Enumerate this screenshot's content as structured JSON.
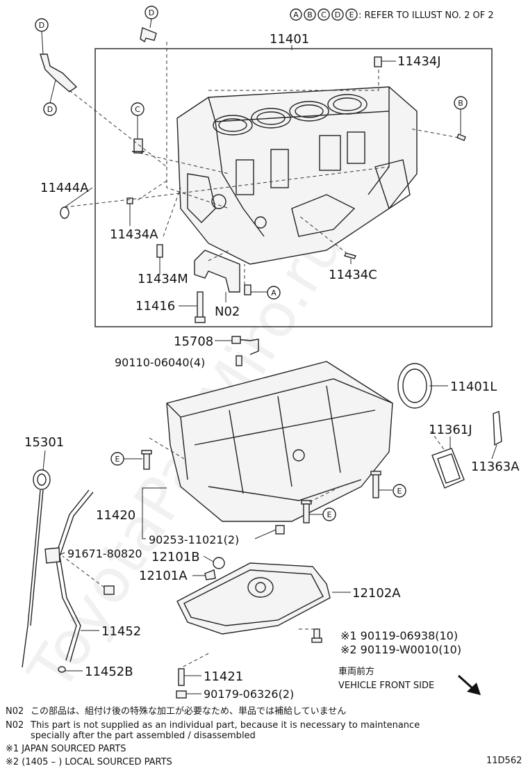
{
  "header": {
    "legend_letters": [
      "A",
      "B",
      "C",
      "D",
      "E"
    ],
    "refer_text": ": REFER TO ILLUST NO. 2 OF 2"
  },
  "parts": {
    "p11401": "11401",
    "p11434J": "11434J",
    "p11444A": "11444A",
    "p11434A": "11434A",
    "p11434M": "11434M",
    "p11434C": "11434C",
    "p11416": "11416",
    "pN02": "N02",
    "p15708": "15708",
    "p90110": "90110-06040(4)",
    "p11401L": "11401L",
    "p11361J": "11361J",
    "p11363A": "11363A",
    "p15301": "15301",
    "p11420": "11420",
    "p90253": "90253-11021(2)",
    "p91671": "91671-80820",
    "p12101B": "12101B",
    "p12101A": "12101A",
    "p12102A": "12102A",
    "p11452": "11452",
    "p11452B": "11452B",
    "p90119a": "※1 90119-06938(10)",
    "p90119b": "※2 90119-W0010(10)",
    "p11421": "11421",
    "p90179": "90179-06326(2)"
  },
  "callouts": {
    "A": "A",
    "B": "B",
    "C": "C",
    "D": "D",
    "E": "E"
  },
  "direction": {
    "jp": "車両前方",
    "en": "VEHICLE FRONT SIDE"
  },
  "notes": {
    "n02_jp_code": "N02",
    "n02_jp": "この部品は、組付け後の特殊な加工が必要なため、単品では補給していません",
    "n02_en_code": "N02",
    "n02_en_1": "This part is not supplied as an individual part, because it is necessary to maintenance",
    "n02_en_2": "specially after the part assembled / disassembled",
    "n1": "※1 JAPAN SOURCED PARTS",
    "n2": "※2 (1405 –        ) LOCAL SOURCED PARTS"
  },
  "illust_code": "11D562",
  "watermark": "ToyotaPartMiro.ru"
}
